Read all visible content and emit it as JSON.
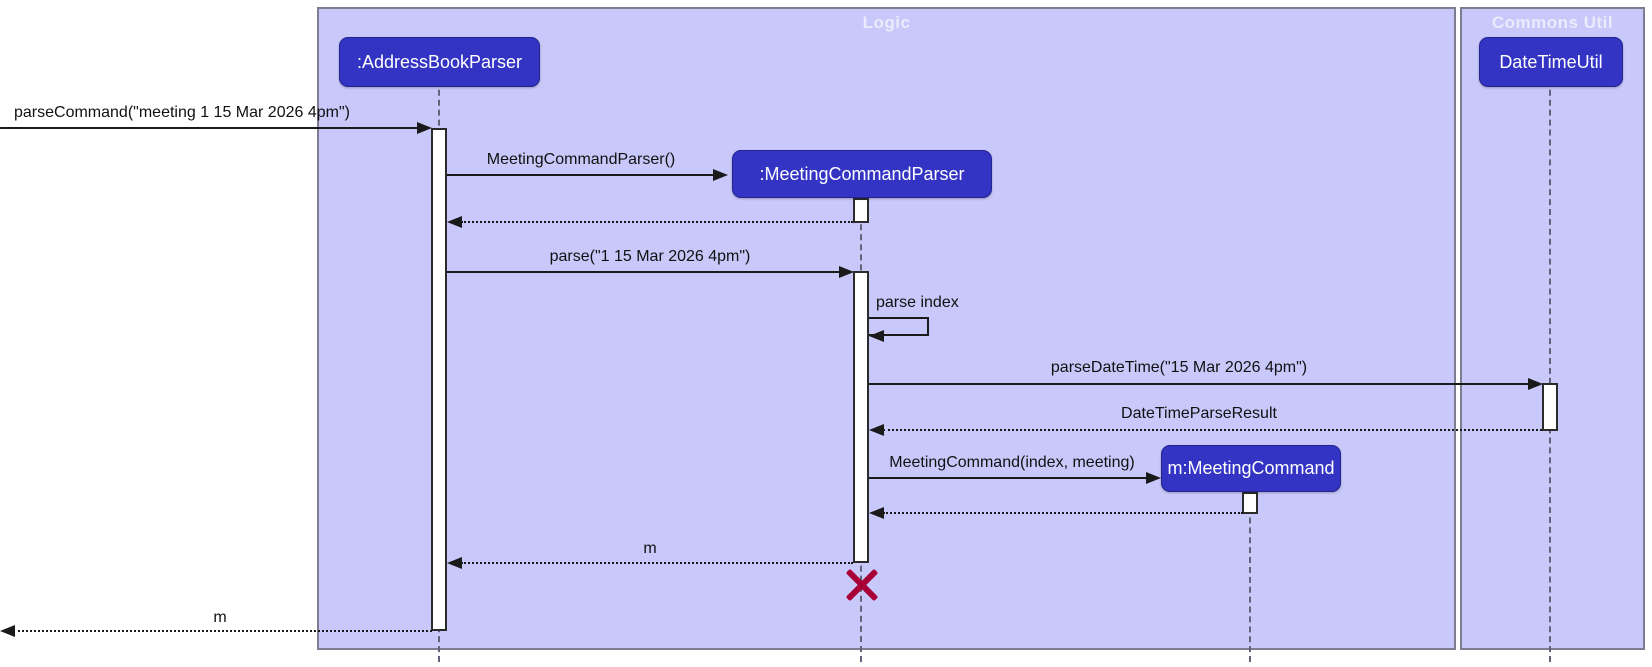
{
  "frames": {
    "logic": {
      "title": "Logic"
    },
    "commons": {
      "title": "Commons Util"
    }
  },
  "participants": {
    "abp": {
      "label": ":AddressBookParser"
    },
    "mcp": {
      "label": ":MeetingCommandParser"
    },
    "mmc": {
      "label": "m:MeetingCommand"
    },
    "dtu": {
      "label": "DateTimeUtil"
    }
  },
  "messages": {
    "parse_command": {
      "label": "parseCommand(\"meeting 1 15 Mar 2026 4pm\")",
      "type": "solid"
    },
    "create_parser": {
      "label": "MeetingCommandParser()",
      "type": "solid"
    },
    "return_create": {
      "label": "",
      "type": "return"
    },
    "parse": {
      "label": "parse(\"1 15 Mar 2026 4pm\")",
      "type": "solid"
    },
    "parse_index": {
      "label": "parse index",
      "type": "self"
    },
    "parse_datetime": {
      "label": "parseDateTime(\"15 Mar 2026 4pm\")",
      "type": "solid"
    },
    "datetime_result": {
      "label": "DateTimeParseResult",
      "type": "return"
    },
    "create_command": {
      "label": "MeetingCommand(index, meeting)",
      "type": "solid"
    },
    "return_command": {
      "label": "",
      "type": "return"
    },
    "return_m_inner": {
      "label": "m",
      "type": "return"
    },
    "return_m_outer": {
      "label": "m",
      "type": "return"
    }
  },
  "colors": {
    "participant_fill": "#3333C4",
    "participant_text": "#FFFFFF",
    "frame_fill": "#C8C8FA",
    "frame_border": "#7D7D8F",
    "frame_title_text": "#EBEBFC",
    "message_line": "#1A1A1A",
    "activation_fill": "#FFFFFF",
    "destroy_x": "#A80036"
  }
}
